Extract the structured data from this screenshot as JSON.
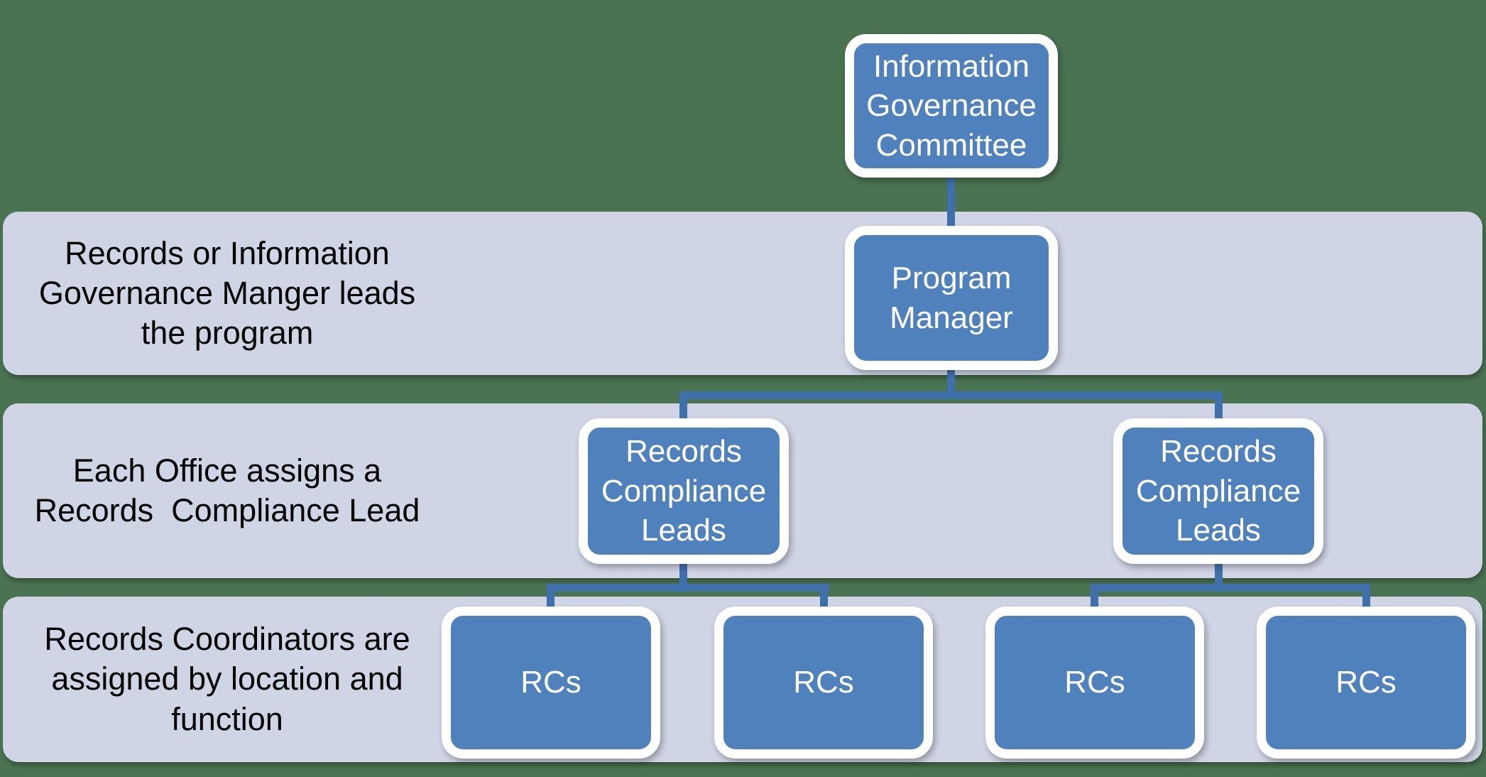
{
  "colors": {
    "background_green": "#4A7351",
    "band_lavender": "#D0D5E6",
    "node_fill_blue": "#4F81BD",
    "node_border_white": "#FFFFFF",
    "connector_blue": "#4070AC",
    "caption_text": "#000000",
    "node_text": "#FFFFFF"
  },
  "diagram": {
    "type": "org-chart",
    "nodes": {
      "committee": {
        "label": "Information\nGovernance\nCommittee"
      },
      "program_manager": {
        "label": "Program\nManager"
      },
      "rcl_left": {
        "label": "Records\nCompliance\nLeads"
      },
      "rcl_right": {
        "label": "Records\nCompliance\nLeads"
      },
      "rc1": {
        "label": "RCs"
      },
      "rc2": {
        "label": "RCs"
      },
      "rc3": {
        "label": "RCs"
      },
      "rc4": {
        "label": "RCs"
      }
    },
    "annotations": [
      {
        "text": "Records or Information\nGovernance Manger leads\nthe program"
      },
      {
        "text": "Each Office assigns a\nRecords  Compliance Lead"
      },
      {
        "text": "Records Coordinators are\nassigned by location and\nfunction"
      }
    ],
    "edges": [
      "committee -> program_manager",
      "program_manager -> rcl_left",
      "program_manager -> rcl_right",
      "rcl_left -> rc1",
      "rcl_left -> rc2",
      "rcl_right -> rc3",
      "rcl_right -> rc4"
    ]
  }
}
